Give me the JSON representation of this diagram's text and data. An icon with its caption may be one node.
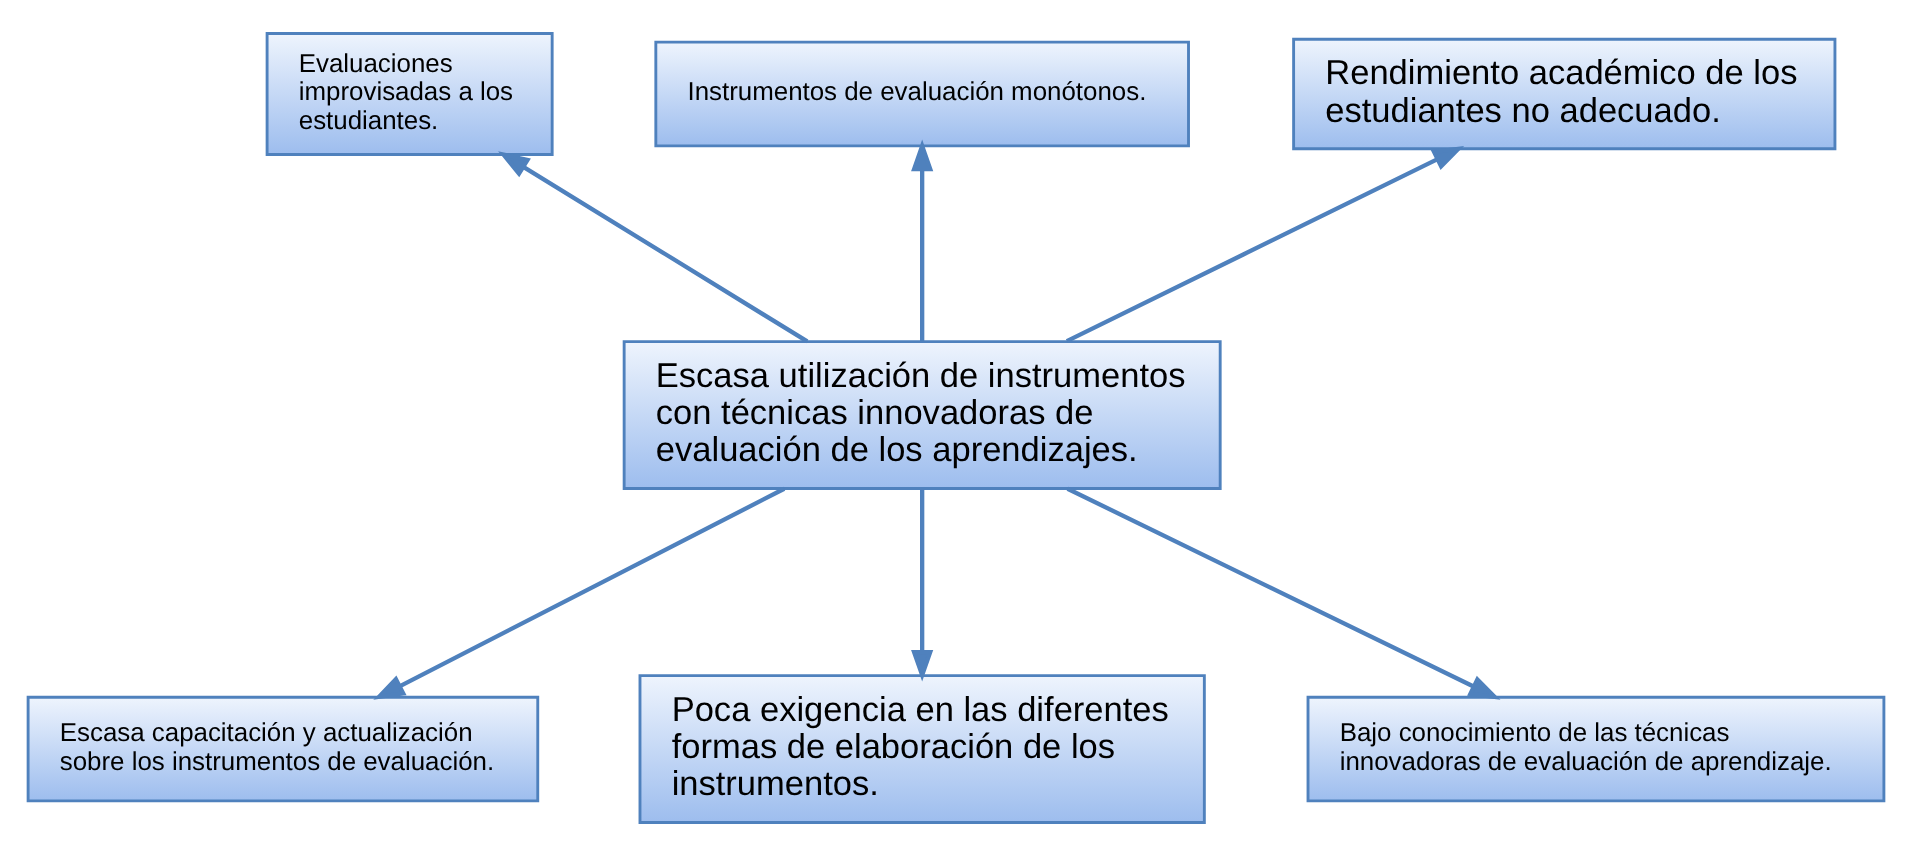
{
  "diagram": {
    "nodes": [
      {
        "text": [
          "Evaluaciones improvisadas a los estudiantes."
        ]
      },
      {
        "text": [
          "Instrumentos de evaluación monótonos."
        ]
      },
      {
        "text": [
          "Rendimiento académico de los estudiantes no adecuado."
        ]
      },
      {
        "text": [
          "Escasa utilización de instrumentos con técnicas innovadoras de evaluación de los aprendizajes."
        ]
      },
      {
        "text": [
          "Escasa capacitación y actualización sobre los instrumentos de evaluación."
        ]
      },
      {
        "text": [
          "Poca exigencia en las diferentes formas de elaboración de los instrumentos."
        ]
      },
      {
        "text": [
          "Bajo conocimiento de las técnicas innovadoras de evaluación de aprendizaje."
        ]
      }
    ],
    "edges": [
      {
        "from": 3,
        "to": 0,
        "arrow": "to"
      },
      {
        "from": 3,
        "to": 1,
        "arrow": "to"
      },
      {
        "from": 3,
        "to": 2,
        "arrow": "to"
      },
      {
        "from": 3,
        "to": 4,
        "arrow": "to"
      },
      {
        "from": 3,
        "to": 5,
        "arrow": "to"
      },
      {
        "from": 3,
        "to": 6,
        "arrow": "to"
      }
    ]
  }
}
